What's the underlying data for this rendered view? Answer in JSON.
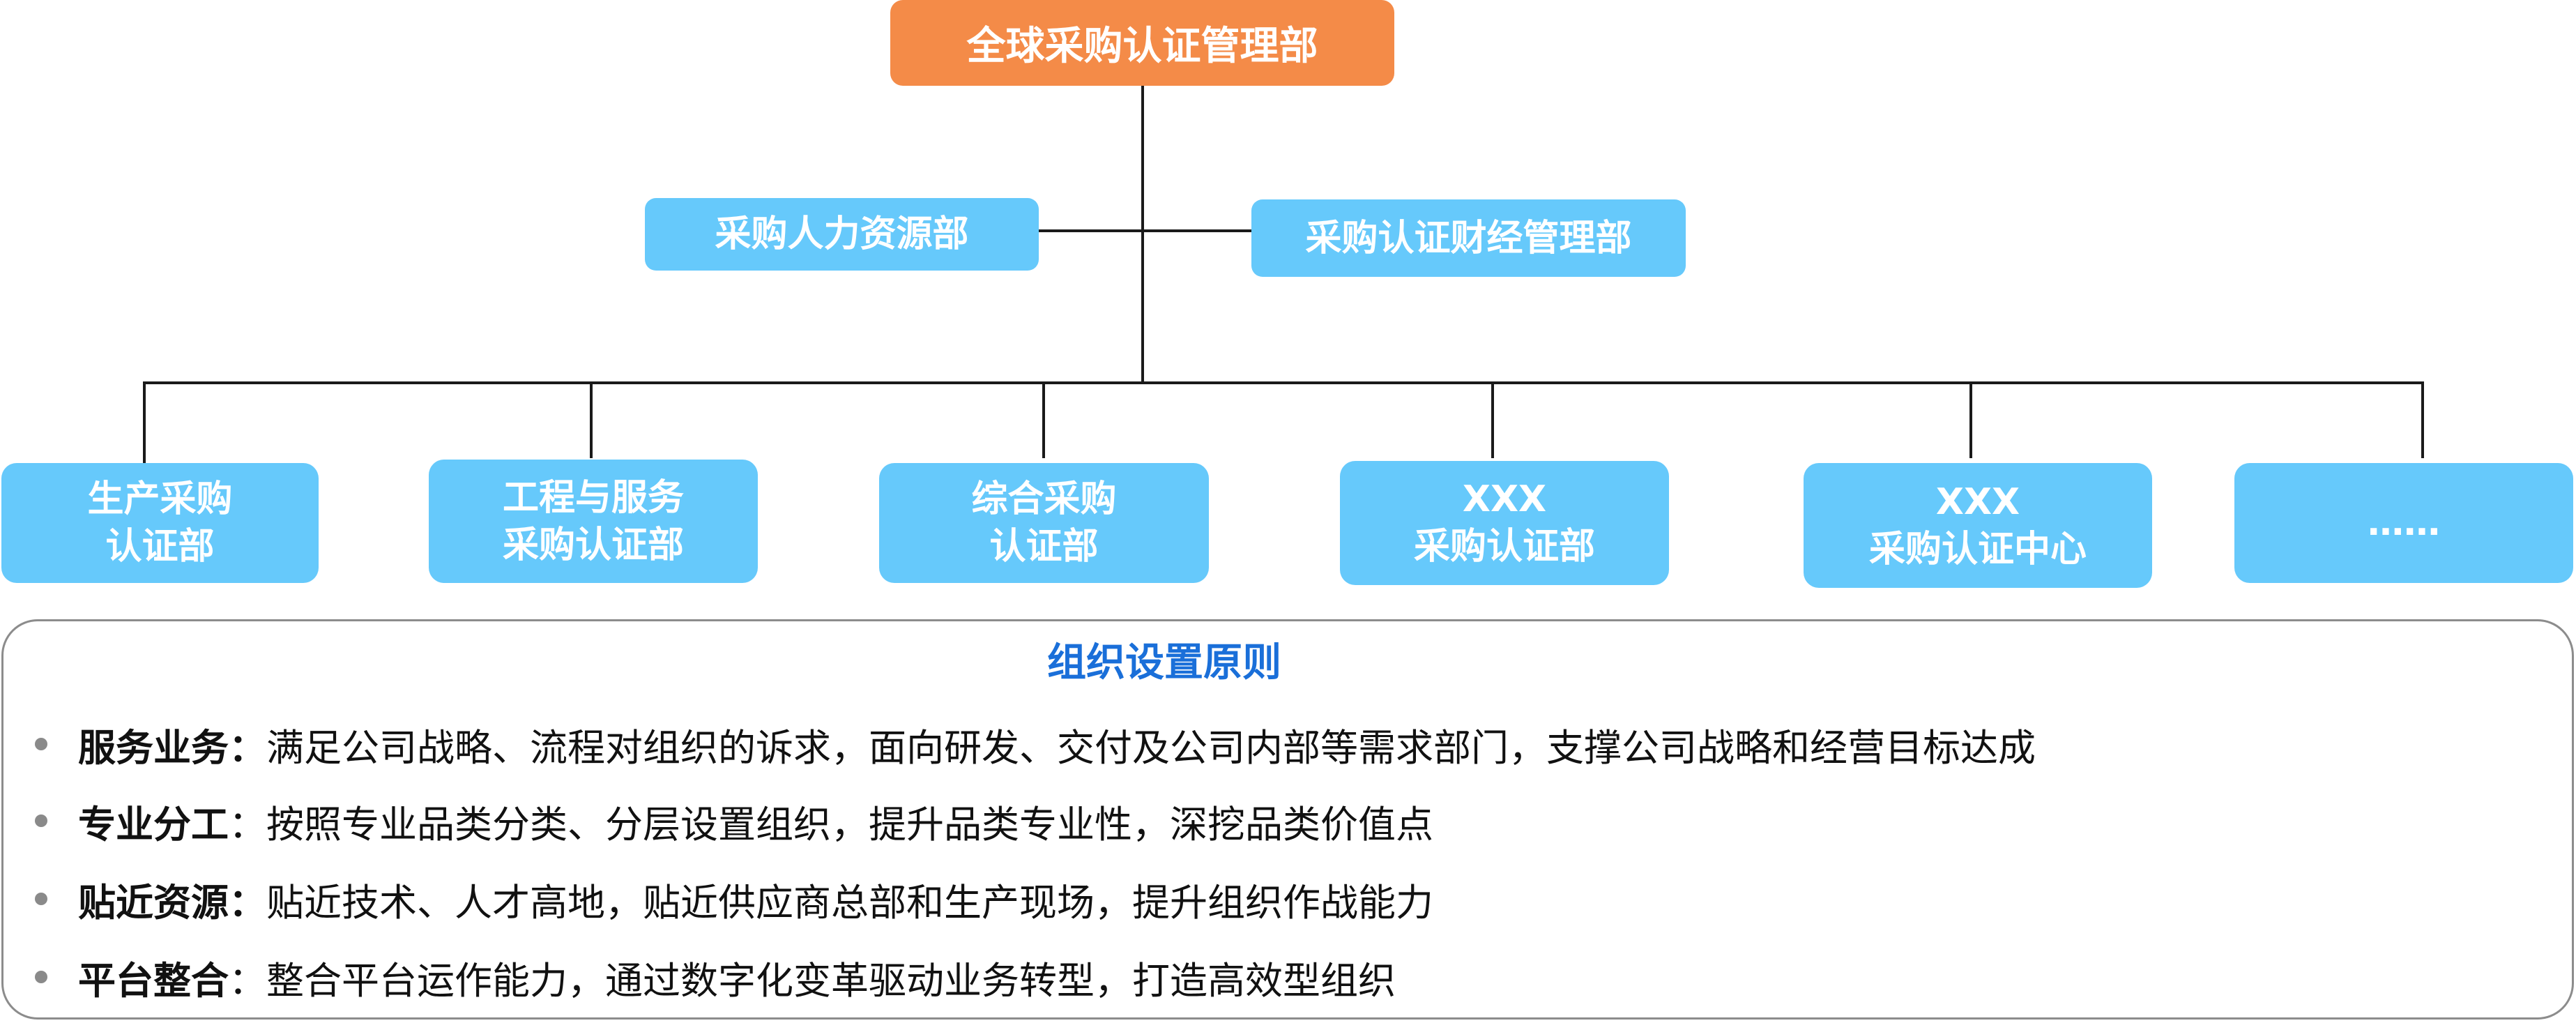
{
  "org_chart": {
    "top": "全球采购认证管理部",
    "staff_left": "采购人力资源部",
    "staff_right": "采购认证财经管理部",
    "departments": [
      {
        "line1": "生产采购",
        "line2": "认证部"
      },
      {
        "line1": "工程与服务",
        "line2": "采购认证部"
      },
      {
        "line1": "综合采购",
        "line2": "认证部"
      },
      {
        "line1": "XXX",
        "line2": "采购认证部"
      },
      {
        "line1": "XXX",
        "line2": "采购认证中心"
      },
      {
        "line1": "……",
        "line2": ""
      }
    ]
  },
  "principles": {
    "title": "组织设置原则",
    "items": [
      {
        "title": "服务业务：",
        "text": "满足公司战略、流程对组织的诉求，面向研发、交付及公司内部等需求部门，支撑公司战略和经营目标达成"
      },
      {
        "title": "专业分工",
        "text": "：按照专业品类分类、分层设置组织，提升品类专业性，深挖品类价值点"
      },
      {
        "title": "贴近资源：",
        "text": "贴近技术、人才高地，贴近供应商总部和生产现场，提升组织作战能力"
      },
      {
        "title": "平台整合",
        "text": "：整合平台运作能力，通过数字化变革驱动业务转型，打造高效型组织"
      }
    ]
  },
  "colors": {
    "top_node": "#f48b48",
    "dept_node": "#66c9fb",
    "principles_title": "#1a6fd9",
    "connector": "#1a1a1a",
    "panel_border": "#8c8c8c"
  }
}
